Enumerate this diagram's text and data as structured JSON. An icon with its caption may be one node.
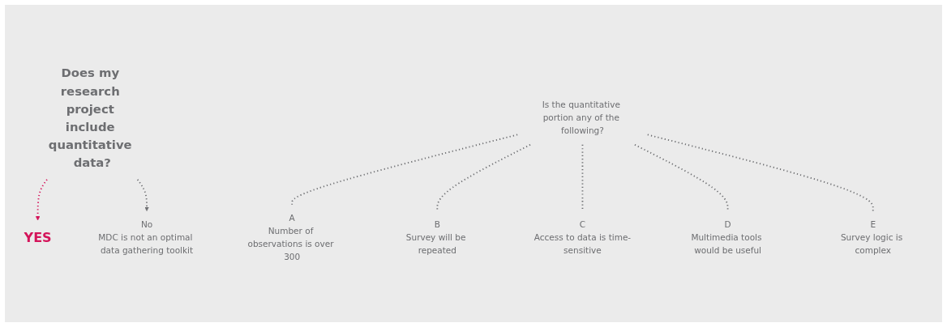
{
  "diagram": {
    "nodes": [
      {
        "text": [
          "Does my research project include quantitative data?"
        ]
      },
      {
        "text": [
          "YES"
        ]
      },
      {
        "text": [
          "Is the quantitative portion any of the following?"
        ]
      },
      {
        "text": [
          "No",
          "MDC is not an optimal data gathering toolkit"
        ]
      },
      {
        "text": [
          "A",
          "Number of observations is over 300"
        ]
      },
      {
        "text": [
          "B",
          "Survey will be repeated"
        ]
      },
      {
        "text": [
          "C",
          "Access to data is time-sensitive"
        ]
      },
      {
        "text": [
          "D",
          "Multimedia tools would be useful"
        ]
      },
      {
        "text": [
          "E",
          "Survey logic is complex"
        ]
      }
    ],
    "edges": [
      {
        "from": 0,
        "to": 1,
        "arrow": "to",
        "style": "dashed",
        "color": "#d4145a"
      },
      {
        "from": 0,
        "to": 3,
        "arrow": "to",
        "style": "dashed"
      },
      {
        "from": 2,
        "to": 4,
        "arrow": "none",
        "style": "dashed"
      },
      {
        "from": 2,
        "to": 5,
        "arrow": "none",
        "style": "dashed"
      },
      {
        "from": 2,
        "to": 6,
        "arrow": "none",
        "style": "dashed"
      },
      {
        "from": 2,
        "to": 7,
        "arrow": "none",
        "style": "dashed"
      },
      {
        "from": 2,
        "to": 8,
        "arrow": "none",
        "style": "dashed"
      }
    ]
  }
}
